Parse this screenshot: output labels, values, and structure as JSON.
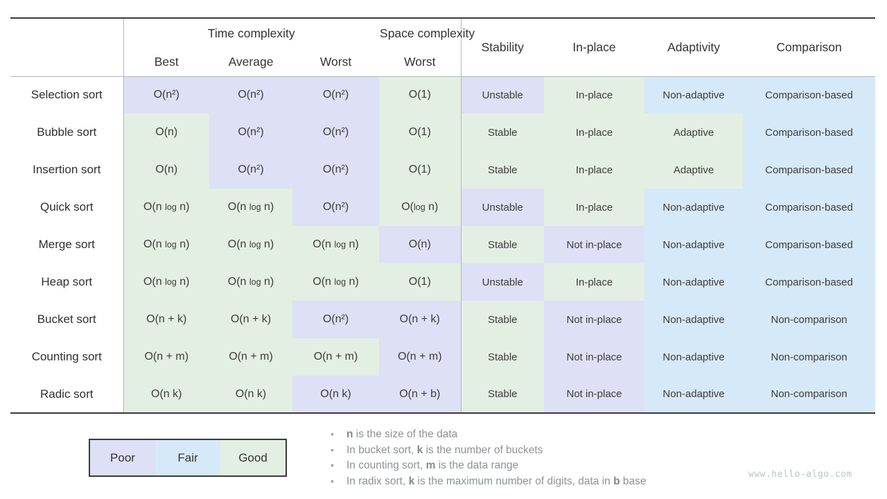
{
  "colors": {
    "poor": "#dee0f6",
    "fair": "#d6e9f8",
    "good": "#e3efe2",
    "border_dark": "#3a3a3a",
    "border_light": "#b5b5b5",
    "note_gray": "#8b929a",
    "watermark_gray": "#b9c3c9"
  },
  "chart_data": {
    "type": "table",
    "header": {
      "group_time": "Time complexity",
      "group_space": "Space complexity",
      "sub_cols": [
        "Best",
        "Average",
        "Worst",
        "Worst"
      ],
      "prop_cols": [
        "Stability",
        "In-place",
        "Adaptivity",
        "Comparison"
      ]
    },
    "rows": [
      {
        "name": "Selection sort",
        "cells": [
          {
            "text": "O(n²)",
            "rating": "poor"
          },
          {
            "text": "O(n²)",
            "rating": "poor"
          },
          {
            "text": "O(n²)",
            "rating": "poor"
          },
          {
            "text": "O(1)",
            "rating": "good"
          },
          {
            "text": "Unstable",
            "rating": "poor"
          },
          {
            "text": "In-place",
            "rating": "good"
          },
          {
            "text": "Non-adaptive",
            "rating": "fair"
          },
          {
            "text": "Comparison-based",
            "rating": "fair"
          }
        ]
      },
      {
        "name": "Bubble sort",
        "cells": [
          {
            "text": "O(n)",
            "rating": "good"
          },
          {
            "text": "O(n²)",
            "rating": "poor"
          },
          {
            "text": "O(n²)",
            "rating": "poor"
          },
          {
            "text": "O(1)",
            "rating": "good"
          },
          {
            "text": "Stable",
            "rating": "good"
          },
          {
            "text": "In-place",
            "rating": "good"
          },
          {
            "text": "Adaptive",
            "rating": "good"
          },
          {
            "text": "Comparison-based",
            "rating": "fair"
          }
        ]
      },
      {
        "name": "Insertion sort",
        "cells": [
          {
            "text": "O(n)",
            "rating": "good"
          },
          {
            "text": "O(n²)",
            "rating": "poor"
          },
          {
            "text": "O(n²)",
            "rating": "poor"
          },
          {
            "text": "O(1)",
            "rating": "good"
          },
          {
            "text": "Stable",
            "rating": "good"
          },
          {
            "text": "In-place",
            "rating": "good"
          },
          {
            "text": "Adaptive",
            "rating": "good"
          },
          {
            "text": "Comparison-based",
            "rating": "fair"
          }
        ]
      },
      {
        "name": "Quick sort",
        "cells": [
          {
            "text": "O(n log n)",
            "rating": "good"
          },
          {
            "text": "O(n log n)",
            "rating": "good"
          },
          {
            "text": "O(n²)",
            "rating": "poor"
          },
          {
            "text": "O(log n)",
            "rating": "good"
          },
          {
            "text": "Unstable",
            "rating": "poor"
          },
          {
            "text": "In-place",
            "rating": "good"
          },
          {
            "text": "Non-adaptive",
            "rating": "fair"
          },
          {
            "text": "Comparison-based",
            "rating": "fair"
          }
        ]
      },
      {
        "name": "Merge sort",
        "cells": [
          {
            "text": "O(n log n)",
            "rating": "good"
          },
          {
            "text": "O(n log n)",
            "rating": "good"
          },
          {
            "text": "O(n log n)",
            "rating": "good"
          },
          {
            "text": "O(n)",
            "rating": "poor"
          },
          {
            "text": "Stable",
            "rating": "good"
          },
          {
            "text": "Not in-place",
            "rating": "poor"
          },
          {
            "text": "Non-adaptive",
            "rating": "fair"
          },
          {
            "text": "Comparison-based",
            "rating": "fair"
          }
        ]
      },
      {
        "name": "Heap sort",
        "cells": [
          {
            "text": "O(n log n)",
            "rating": "good"
          },
          {
            "text": "O(n log n)",
            "rating": "good"
          },
          {
            "text": "O(n log n)",
            "rating": "good"
          },
          {
            "text": "O(1)",
            "rating": "good"
          },
          {
            "text": "Unstable",
            "rating": "poor"
          },
          {
            "text": "In-place",
            "rating": "good"
          },
          {
            "text": "Non-adaptive",
            "rating": "fair"
          },
          {
            "text": "Comparison-based",
            "rating": "fair"
          }
        ]
      },
      {
        "name": "Bucket sort",
        "cells": [
          {
            "text": "O(n + k)",
            "rating": "good"
          },
          {
            "text": "O(n + k)",
            "rating": "good"
          },
          {
            "text": "O(n²)",
            "rating": "poor"
          },
          {
            "text": "O(n + k)",
            "rating": "poor"
          },
          {
            "text": "Stable",
            "rating": "good"
          },
          {
            "text": "Not in-place",
            "rating": "poor"
          },
          {
            "text": "Non-adaptive",
            "rating": "fair"
          },
          {
            "text": "Non-comparison",
            "rating": "fair"
          }
        ]
      },
      {
        "name": "Counting sort",
        "cells": [
          {
            "text": "O(n + m)",
            "rating": "good"
          },
          {
            "text": "O(n + m)",
            "rating": "good"
          },
          {
            "text": "O(n + m)",
            "rating": "good"
          },
          {
            "text": "O(n + m)",
            "rating": "poor"
          },
          {
            "text": "Stable",
            "rating": "good"
          },
          {
            "text": "Not in-place",
            "rating": "poor"
          },
          {
            "text": "Non-adaptive",
            "rating": "fair"
          },
          {
            "text": "Non-comparison",
            "rating": "fair"
          }
        ]
      },
      {
        "name": "Radic sort",
        "cells": [
          {
            "text": "O(n k)",
            "rating": "good"
          },
          {
            "text": "O(n k)",
            "rating": "good"
          },
          {
            "text": "O(n k)",
            "rating": "poor"
          },
          {
            "text": "O(n + b)",
            "rating": "poor"
          },
          {
            "text": "Stable",
            "rating": "good"
          },
          {
            "text": "Not in-place",
            "rating": "poor"
          },
          {
            "text": "Non-adaptive",
            "rating": "fair"
          },
          {
            "text": "Non-comparison",
            "rating": "fair"
          }
        ]
      }
    ],
    "legend": [
      {
        "label": "Poor",
        "rating": "poor"
      },
      {
        "label": "Fair",
        "rating": "fair"
      },
      {
        "label": "Good",
        "rating": "good"
      }
    ],
    "notes": [
      [
        {
          "text": "n",
          "bold": true
        },
        {
          "text": " is the size of the data",
          "bold": false
        }
      ],
      [
        {
          "text": "In bucket sort, ",
          "bold": false
        },
        {
          "text": "k",
          "bold": true
        },
        {
          "text": " is the number of buckets",
          "bold": false
        }
      ],
      [
        {
          "text": "In counting sort, ",
          "bold": false
        },
        {
          "text": "m",
          "bold": true
        },
        {
          "text": " is the data range",
          "bold": false
        }
      ],
      [
        {
          "text": "In radix sort, ",
          "bold": false
        },
        {
          "text": "k",
          "bold": true
        },
        {
          "text": " is the maximum number of digits, data in ",
          "bold": false
        },
        {
          "text": "b",
          "bold": true
        },
        {
          "text": " base",
          "bold": false
        }
      ]
    ],
    "watermark": "www.hello-algo.com"
  }
}
